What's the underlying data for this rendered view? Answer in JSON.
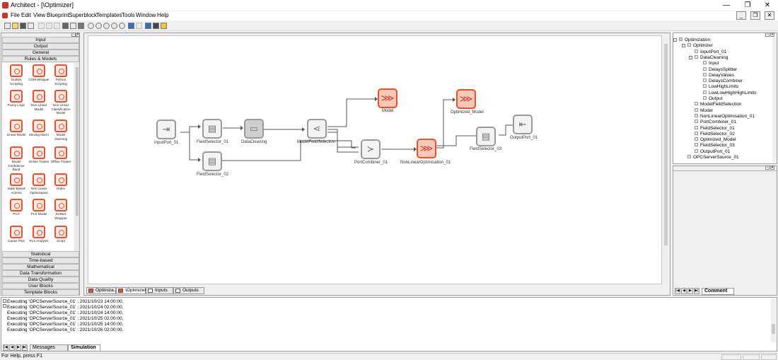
{
  "window": {
    "title": "Architect - [\\Optimizer]",
    "minimize_glyph": "—",
    "restore_glyph": "❐",
    "close_glyph": "✕"
  },
  "menu": [
    "File",
    "Edit",
    "View",
    "Blueprint",
    "Superblock",
    "Templates",
    "Tools",
    "Window",
    "Help"
  ],
  "palette": {
    "top_headers": [
      "Input",
      "Output",
      "General",
      "Rules & Models"
    ],
    "items": [
      [
        "DotNet Scripting",
        "COM Wrapper",
        "Python Scripting"
      ],
      [
        "Fuzzy Logic",
        "Non Linear Model",
        "Non Linear Classification Model"
      ],
      [
        "Linear Model",
        "Moving Alarm",
        "Model Alarming"
      ],
      [
        "Model Confidence Band",
        "Online Trainer",
        "Offline Trainer"
      ],
      [
        "State Based Actions",
        "Non Linear Optimisation",
        "Rulex"
      ],
      [
        "PCA",
        "PLS Model",
        "DotNet Wrapper"
      ],
      [
        "Cause Plus",
        "PLS Analysis",
        "Script"
      ]
    ],
    "bottom_headers": [
      "Statistical",
      "Time-based",
      "Mathematical",
      "Data Transformation",
      "Data Quality",
      "User Blocks",
      "Template Blocks"
    ]
  },
  "canvas": {
    "nodes": [
      {
        "id": "InputPort_01",
        "label": "InputPort_01",
        "icon": "input-port-icon",
        "glyph": "⇥"
      },
      {
        "id": "FieldSelector_01",
        "label": "FieldSelector_01",
        "icon": "field-selector-icon",
        "glyph": "▤"
      },
      {
        "id": "FieldSelector_02",
        "label": "FieldSelector_02",
        "icon": "field-selector-icon",
        "glyph": "▤"
      },
      {
        "id": "DataCleaning",
        "label": "DataCleaning",
        "icon": "data-cleaning-icon",
        "glyph": "▭"
      },
      {
        "id": "ModelFieldSelection",
        "label": "ModelFieldSelection",
        "icon": "share-icon",
        "glyph": "⋖"
      },
      {
        "id": "Model",
        "label": "Model",
        "icon": "model-icon",
        "glyph": "⋙"
      },
      {
        "id": "PortCombiner_01",
        "label": "PortCombiner_01",
        "icon": "port-combiner-icon",
        "glyph": "≻"
      },
      {
        "id": "NonLinearOptimisation_01",
        "label": "NonLinearOptimisation_01",
        "icon": "optimisation-icon",
        "glyph": "⋙"
      },
      {
        "id": "Optimized_Model",
        "label": "Optimized_Model",
        "icon": "model-icon",
        "glyph": "⋙"
      },
      {
        "id": "FieldSelector_03",
        "label": "FieldSelector_03",
        "icon": "field-selector-icon",
        "glyph": "▤"
      },
      {
        "id": "OutputPort_01",
        "label": "OutputPort_01",
        "icon": "output-port-icon",
        "glyph": "⇤"
      }
    ],
    "tabs": [
      "Optimiza...",
      "\\Optimizer",
      "Inputs",
      "Outputs"
    ]
  },
  "tree": {
    "items": [
      {
        "label": "Optimization",
        "level": 0,
        "box": "minus"
      },
      {
        "label": "Optimizer",
        "level": 1,
        "box": "minus"
      },
      {
        "label": "InputPort_01",
        "level": 2,
        "box": ""
      },
      {
        "label": "DataCleaning",
        "level": 2,
        "box": "minus"
      },
      {
        "label": "Input",
        "level": 3,
        "box": ""
      },
      {
        "label": "DelaysSplitter",
        "level": 3,
        "box": ""
      },
      {
        "label": "DelayValues",
        "level": 3,
        "box": ""
      },
      {
        "label": "DelaysCombiner",
        "level": 3,
        "box": ""
      },
      {
        "label": "LowHighLimits",
        "level": 3,
        "box": ""
      },
      {
        "label": "LowLowHighHighLimits",
        "level": 3,
        "box": ""
      },
      {
        "label": "Output",
        "level": 3,
        "box": ""
      },
      {
        "label": "ModelFieldSelection",
        "level": 2,
        "box": ""
      },
      {
        "label": "Model",
        "level": 2,
        "box": ""
      },
      {
        "label": "NonLinearOptimisation_01",
        "level": 2,
        "box": ""
      },
      {
        "label": "PortCombiner_01",
        "level": 2,
        "box": ""
      },
      {
        "label": "FieldSelector_01",
        "level": 2,
        "box": ""
      },
      {
        "label": "FieldSelector_02",
        "level": 2,
        "box": ""
      },
      {
        "label": "Optimized_Model",
        "level": 2,
        "box": ""
      },
      {
        "label": "FieldSelector_03",
        "level": 2,
        "box": ""
      },
      {
        "label": "OutputPort_01",
        "level": 2,
        "box": ""
      },
      {
        "label": "OPCServerSource_01",
        "level": 1,
        "box": ""
      }
    ],
    "comment_tab": "Comment"
  },
  "output": {
    "lines": [
      "Executing 'OPCServerSource_01' : 2021/10/23 14:00:00.",
      "Executing 'OPCServerSource_01' : 2021/10/24 02:00:00.",
      "Executing 'OPCServerSource_01' : 2021/10/24 14:00:00.",
      "Executing 'OPCServerSource_01' : 2021/10/25 02:00:00.",
      "Executing 'OPCServerSource_01' : 2021/10/25 14:00:00.",
      "Executing 'OPCServerSource_01' : 2021/10/26 02:00:00."
    ],
    "tabs": [
      "Messages",
      "Simulation"
    ]
  },
  "status": {
    "text": "For Help, press F1"
  },
  "colors": {
    "accent": "#e8502e",
    "accent_fill": "#f7c8b8",
    "node_gray": "#9a9a9a"
  }
}
